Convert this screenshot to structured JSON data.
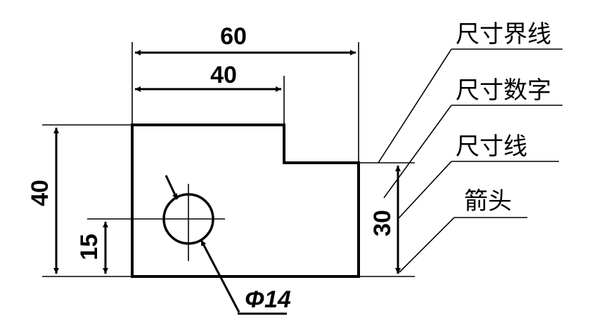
{
  "dimensions": {
    "overall_width": "60",
    "step_width": "40",
    "overall_height": "40",
    "step_height": "30",
    "hole_offset": "15",
    "hole_diameter": "Φ14"
  },
  "labels": {
    "extension_line": "尺寸界线",
    "dimension_number": "尺寸数字",
    "dimension_line": "尺寸线",
    "arrowhead": "箭头"
  }
}
